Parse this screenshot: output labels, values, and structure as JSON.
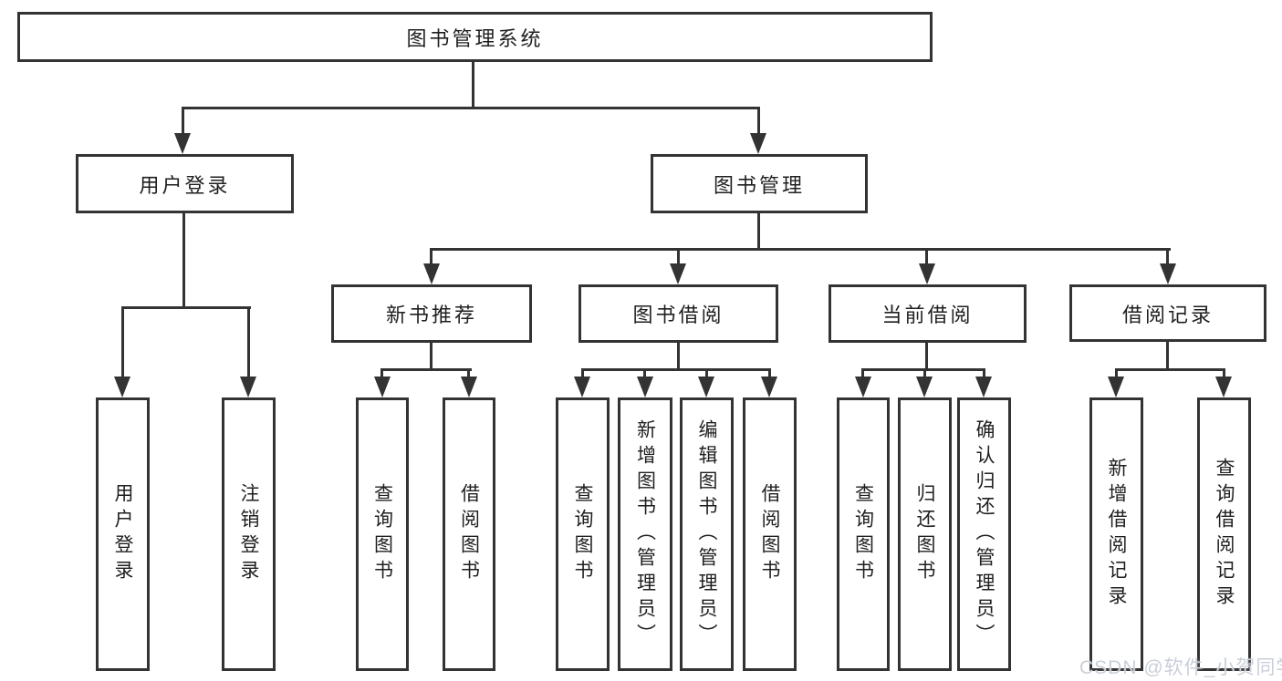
{
  "diagram": {
    "root": {
      "label": "图书管理系统"
    },
    "branches": [
      {
        "label": "用户登录",
        "children": [
          {
            "label": "用户登录"
          },
          {
            "label": "注销登录"
          }
        ]
      },
      {
        "label": "图书管理",
        "children": [
          {
            "label": "新书推荐",
            "children": [
              {
                "label": "查询图书"
              },
              {
                "label": "借阅图书"
              }
            ]
          },
          {
            "label": "图书借阅",
            "children": [
              {
                "label": "查询图书"
              },
              {
                "label": "新增图书（管理员）"
              },
              {
                "label": "编辑图书（管理员）"
              },
              {
                "label": "借阅图书"
              }
            ]
          },
          {
            "label": "当前借阅",
            "children": [
              {
                "label": "查询图书"
              },
              {
                "label": "归还图书"
              },
              {
                "label": "确认归还（管理员）"
              }
            ]
          },
          {
            "label": "借阅记录",
            "children": [
              {
                "label": "新增借阅记录"
              },
              {
                "label": "查询借阅记录"
              }
            ]
          }
        ]
      }
    ]
  },
  "watermark": {
    "text": "CSDN @软件_小贺同学"
  },
  "colors": {
    "line": "#333333",
    "box_border": "#333333",
    "box_fill": "#ffffff",
    "text": "#1f1f1f",
    "watermark": "#c9cfd8",
    "background": "#ffffff"
  }
}
